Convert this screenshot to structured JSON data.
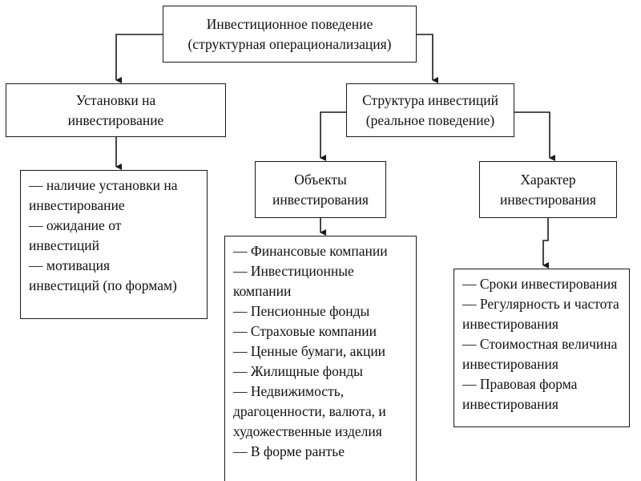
{
  "root": {
    "line1": "Инвестиционное поведение",
    "line2": "(структурная операционализация)"
  },
  "attitudes": {
    "line1": "Установки на",
    "line2": "инвестирование",
    "items": [
      "— наличие установки на",
      "инвестирование",
      "— ожидание от",
      "инвестиций",
      "— мотивация",
      "инвестиций (по формам)"
    ]
  },
  "structure": {
    "line1": "Структура инвестиций",
    "line2": "(реальное поведение)"
  },
  "objects": {
    "line1": "Объекты",
    "line2": "инвестирования",
    "items": [
      "— Финансовые компании",
      "— Инвестиционные",
      "компании",
      "— Пенсионные фонды",
      "— Страховые компании",
      "— Ценные бумаги, акции",
      "— Жилищные фонды",
      "— Недвижимость,",
      "драгоценности, валюта, и",
      "художественные изделия",
      "— В форме рантье"
    ]
  },
  "character": {
    "line1": "Характер",
    "line2": "инвестирования",
    "items": [
      "— Сроки инвестирования",
      "— Регулярность и частота",
      "инвестирования",
      "— Стоимостная величина",
      "инвестирования",
      "— Правовая форма",
      "инвестирования"
    ]
  }
}
